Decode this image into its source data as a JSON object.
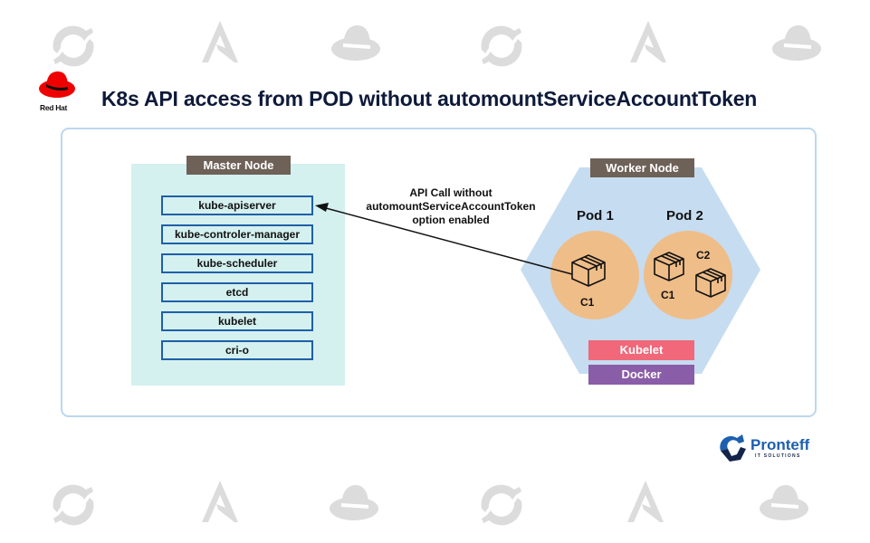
{
  "header": {
    "title": "K8s API access from POD without automountServiceAccountToken",
    "logo_text": "Red Hat"
  },
  "watermark_icons": [
    "openshift-icon",
    "ansible-icon",
    "redhat-hat-icon"
  ],
  "master_node": {
    "label": "Master Node",
    "components": [
      "kube-apiserver",
      "kube-controler-manager",
      "kube-scheduler",
      "etcd",
      "kubelet",
      "cri-o"
    ]
  },
  "api_call": {
    "lines": [
      "API Call without",
      "automountServiceAccountToken",
      "option enabled"
    ]
  },
  "worker_node": {
    "label": "Worker Node",
    "pods": [
      {
        "label": "Pod 1",
        "containers": [
          "C1"
        ]
      },
      {
        "label": "Pod 2",
        "containers": [
          "C1",
          "C2"
        ]
      }
    ],
    "kubelet_label": "Kubelet",
    "runtime_label": "Docker"
  },
  "footer": {
    "brand_name": "Pronteff",
    "brand_tagline": "IT SOLUTIONS"
  },
  "colors": {
    "master_bg": "#d4f0ef",
    "component_border": "#1f5fa8",
    "node_label_bg": "#6e6158",
    "worker_bg": "#c6dcf0",
    "pod_bg": "#efbd88",
    "kubelet_bg": "#f0687a",
    "docker_bg": "#8a5da8",
    "frame_border": "#bcd7ef",
    "redhat_red": "#ee0000",
    "title_color": "#0e1a3a"
  }
}
